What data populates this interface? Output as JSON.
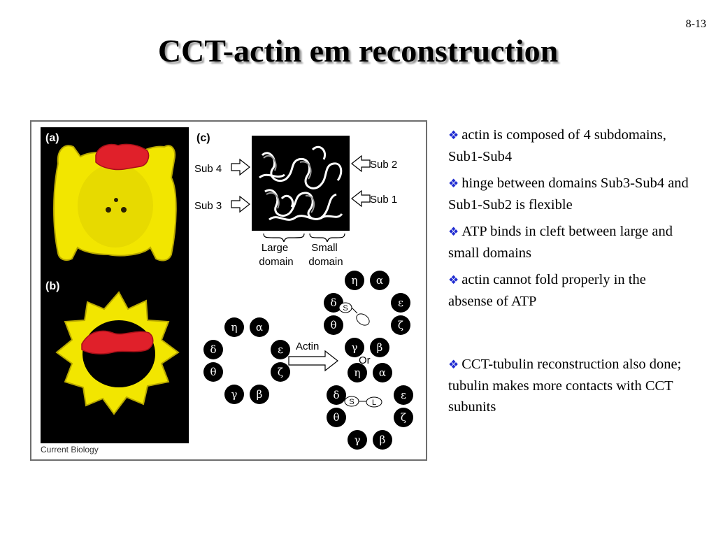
{
  "slide": {
    "number": "8-13",
    "title": "CCT-actin em reconstruction"
  },
  "figure": {
    "panel_a_label": "(a)",
    "panel_b_label": "(b)",
    "panel_c_label": "(c)",
    "sub4": "Sub 4",
    "sub3": "Sub 3",
    "sub2": "Sub 2",
    "sub1": "Sub 1",
    "large_line1": "Large",
    "large_line2": "domain",
    "small_line1": "Small",
    "small_line2": "domain",
    "actin_label": "Actin",
    "or_label": "Or",
    "credit": "Current Biology",
    "ring_subunits": [
      "η",
      "α",
      "ε",
      "ζ",
      "β",
      "γ",
      "θ",
      "δ"
    ],
    "bound_small": "S",
    "bound_large": "L",
    "colors": {
      "yellow": "#f2e600",
      "red": "#e0202a",
      "accent": "#1f2bd1"
    }
  },
  "bullets": [
    {
      "icon": "diamond-bullet-icon",
      "text": "actin is composed of 4 subdomains, Sub1-Sub4"
    },
    {
      "icon": "diamond-bullet-icon",
      "text": "hinge between domains Sub3-Sub4 and Sub1-Sub2 is flexible"
    },
    {
      "icon": "diamond-bullet-icon",
      "text": "ATP binds in cleft between large and small domains"
    },
    {
      "icon": "diamond-bullet-icon",
      "text": "actin cannot fold properly in the absense of ATP"
    },
    {
      "icon": "diamond-bullet-icon",
      "text": "CCT-tubulin reconstruction also done; tubulin makes more contacts with CCT subunits"
    }
  ]
}
